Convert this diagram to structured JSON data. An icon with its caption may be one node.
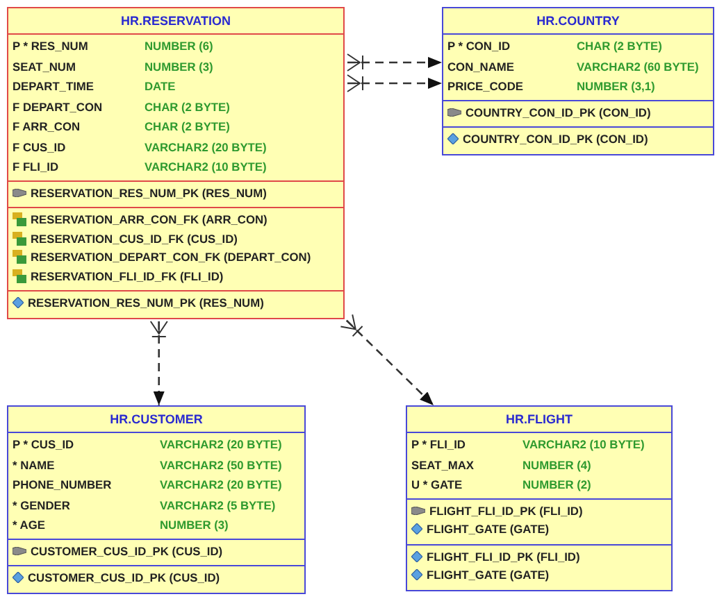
{
  "diagram": {
    "nodes": [
      {
        "text": [
          "HR.RESERVATION"
        ]
      },
      {
        "text": [
          "P * RES_NUM",
          "NUMBER (6)",
          "SEAT_NUM",
          "NUMBER (3)",
          "DEPART_TIME",
          "DATE",
          "F DEPART_CON",
          "CHAR (2 BYTE)",
          "F ARR_CON",
          "CHAR (2 BYTE)",
          "F CUS_ID",
          "VARCHAR2 (20 BYTE)",
          "F FLI_ID",
          "VARCHAR2 (10 BYTE)"
        ],
        "in": 0
      },
      {
        "text": [
          "RESERVATION_RES_NUM_PK (RES_NUM)"
        ],
        "in": 0
      },
      {
        "text": [
          "RESERVATION_ARR_CON_FK (ARR_CON)",
          "RESERVATION_CUS_ID_FK (CUS_ID)",
          "RESERVATION_DEPART_CON_FK (DEPART_CON)",
          "RESERVATION_FLI_ID_FK (FLI_ID)"
        ],
        "in": 0
      },
      {
        "text": [
          "RESERVATION_RES_NUM_PK (RES_NUM)"
        ],
        "in": 0
      },
      {
        "text": [
          "HR.COUNTRY"
        ]
      },
      {
        "text": [
          "P * CON_ID",
          "CHAR (2 BYTE)",
          "CON_NAME",
          "VARCHAR2 (60 BYTE)",
          "PRICE_CODE",
          "NUMBER (3,1)"
        ],
        "in": 5
      },
      {
        "text": [
          "COUNTRY_CON_ID_PK (CON_ID)"
        ],
        "in": 5
      },
      {
        "text": [
          "COUNTRY_CON_ID_PK (CON_ID)"
        ],
        "in": 5
      },
      {
        "text": [
          "HR.CUSTOMER"
        ]
      },
      {
        "text": [
          "P * CUS_ID",
          "VARCHAR2 (20 BYTE)",
          "* NAME",
          "VARCHAR2 (50 BYTE)",
          "PHONE_NUMBER",
          "VARCHAR2 (20 BYTE)",
          "* GENDER",
          "VARCHAR2 (5 BYTE)",
          "* AGE",
          "NUMBER (3)"
        ],
        "in": 9
      },
      {
        "text": [
          "CUSTOMER_CUS_ID_PK (CUS_ID)"
        ],
        "in": 9
      },
      {
        "text": [
          "CUSTOMER_CUS_ID_PK (CUS_ID)"
        ],
        "in": 9
      },
      {
        "text": [
          "HR.FLIGHT"
        ]
      },
      {
        "text": [
          "P * FLI_ID",
          "VARCHAR2 (10 BYTE)",
          "SEAT_MAX",
          "NUMBER (4)",
          "U * GATE",
          "NUMBER (2)"
        ],
        "in": 13
      },
      {
        "text": [
          "FLIGHT_FLI_ID_PK (FLI_ID)",
          "FLIGHT_GATE (GATE)"
        ],
        "in": 13
      },
      {
        "text": [
          "FLIGHT_FLI_ID_PK (FLI_ID)",
          "FLIGHT_GATE (GATE)"
        ],
        "in": 13
      }
    ],
    "edges": [
      {
        "from": 0,
        "to": 5,
        "arrow": "to",
        "style": "dashed"
      },
      {
        "from": 0,
        "to": 5,
        "arrow": "to",
        "style": "dashed"
      },
      {
        "from": 0,
        "to": 9,
        "arrow": "to",
        "style": "dashed"
      },
      {
        "from": 0,
        "to": 13,
        "arrow": "to",
        "style": "dashed"
      }
    ]
  }
}
